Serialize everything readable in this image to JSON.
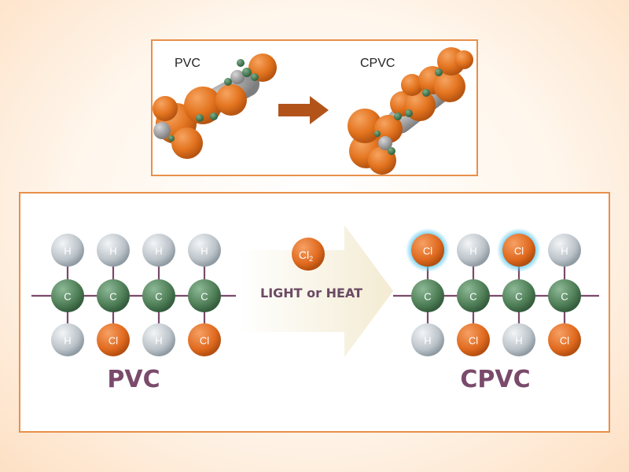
{
  "top_panel": {
    "left_label": "PVC",
    "right_label": "CPVC"
  },
  "bottom_panel": {
    "reagent": {
      "symbol": "Cl",
      "subscript": "2"
    },
    "condition": "LIGHT or HEAT",
    "pvc": {
      "name": "PVC",
      "top_row": [
        "H",
        "H",
        "H",
        "H"
      ],
      "backbone": [
        "C",
        "C",
        "C",
        "C"
      ],
      "bottom_row": [
        "H",
        "Cl",
        "H",
        "Cl"
      ]
    },
    "cpvc": {
      "name": "CPVC",
      "top_row": [
        "Cl",
        "H",
        "Cl",
        "H"
      ],
      "backbone": [
        "C",
        "C",
        "C",
        "C"
      ],
      "bottom_row": [
        "H",
        "Cl",
        "H",
        "Cl"
      ],
      "highlighted_top": [
        0,
        2
      ]
    }
  },
  "colors": {
    "panel_border": "#e8904a",
    "hydrogen": "#c7ced3",
    "carbon": "#4f7f57",
    "chlorine": "#e06a1f",
    "bond": "#7a4a6b",
    "label": "#7a4a6b",
    "glow": "#5ec9ef",
    "arrow_brown": "#b2541a"
  }
}
